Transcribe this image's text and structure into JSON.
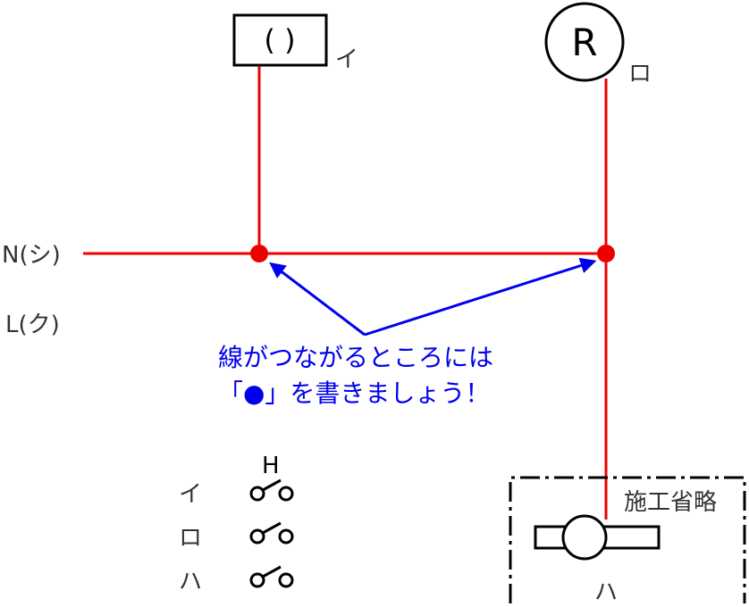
{
  "fixtures": {
    "i": {
      "symbol_text": "( )",
      "tag": "イ"
    },
    "ro": {
      "symbol_text": "R",
      "tag": "ロ"
    }
  },
  "wires": {
    "n_label": "N(シ)",
    "l_label": "L(ク)"
  },
  "note": {
    "line1": "線がつながるところには",
    "line2": "「●」を書きましょう！"
  },
  "switch_legend": {
    "header": "H",
    "rows": [
      {
        "label": "イ"
      },
      {
        "label": "ロ"
      },
      {
        "label": "ハ"
      }
    ]
  },
  "omitted_box": {
    "label": "施工省略",
    "switch_tag": "ハ"
  },
  "colors": {
    "wire": "#ee0000",
    "note": "#0000ee",
    "symbol": "#000000",
    "text": "#333333"
  }
}
